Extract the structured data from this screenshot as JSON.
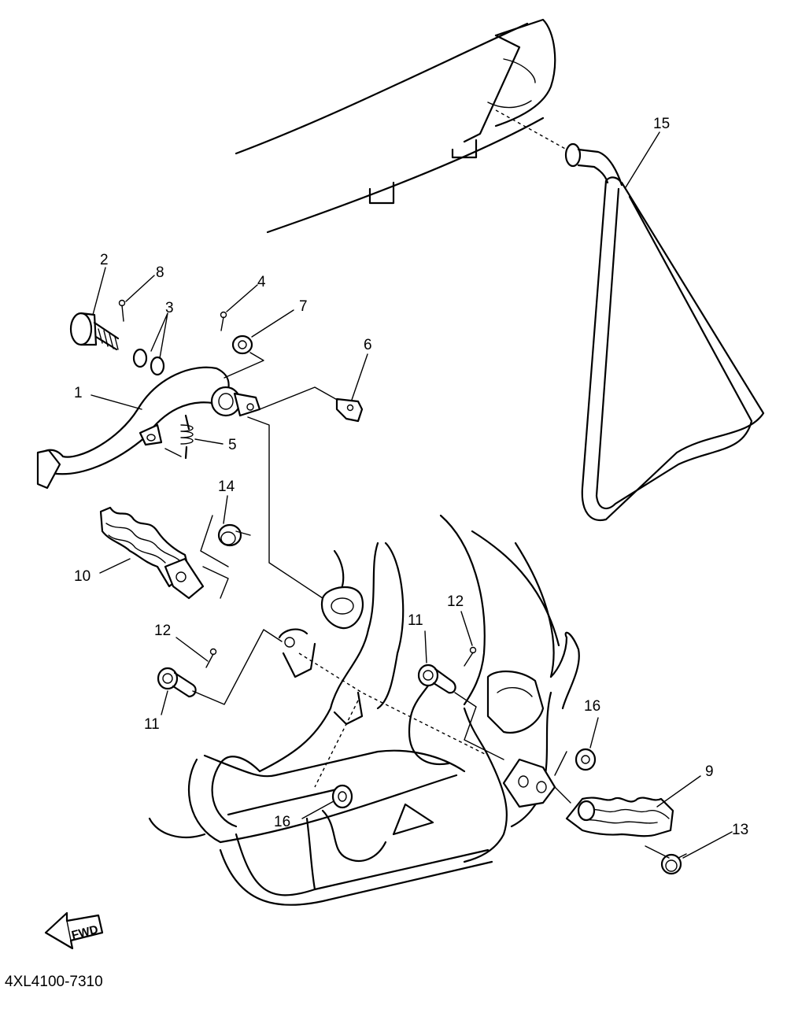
{
  "diagram": {
    "callouts": {
      "c1": "1",
      "c2": "2",
      "c3": "3",
      "c4": "4",
      "c5": "5",
      "c6": "6",
      "c7": "7",
      "c8": "8",
      "c9": "9",
      "c10": "10",
      "c11a": "11",
      "c11b": "11",
      "c12a": "12",
      "c12b": "12",
      "c13": "13",
      "c14": "14",
      "c15": "15",
      "c16a": "16",
      "c16b": "16"
    },
    "fwd_label": "FWD",
    "part_code": "4XL4100-7310"
  }
}
